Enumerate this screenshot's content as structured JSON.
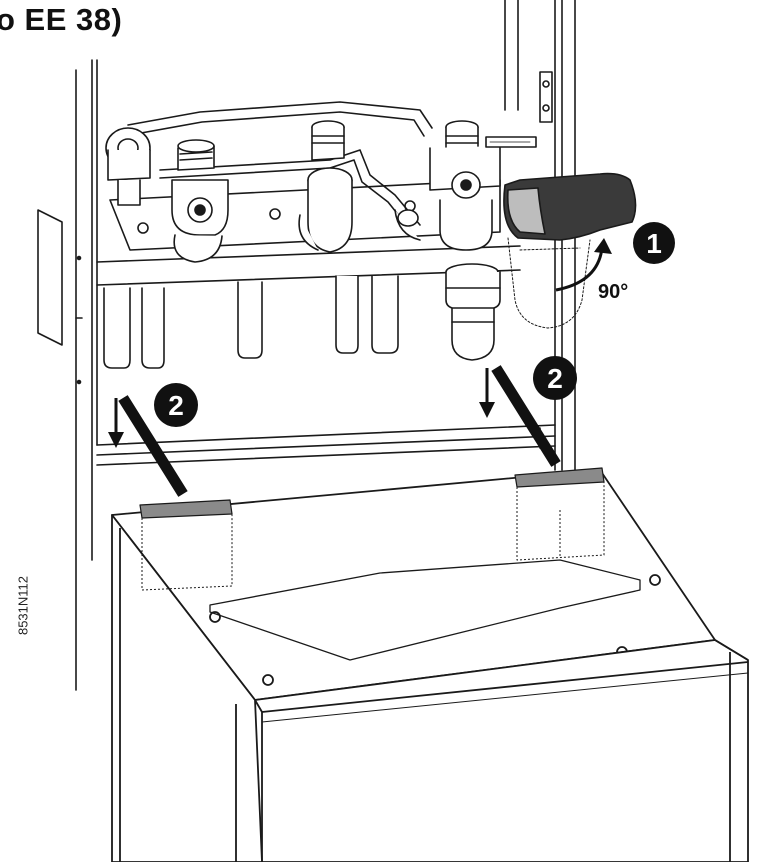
{
  "header": {
    "title_fragment": "o EE 38)"
  },
  "figure": {
    "id_label": "8531N112"
  },
  "callouts": {
    "step1": "1",
    "step2": "2",
    "angle": "90°"
  }
}
